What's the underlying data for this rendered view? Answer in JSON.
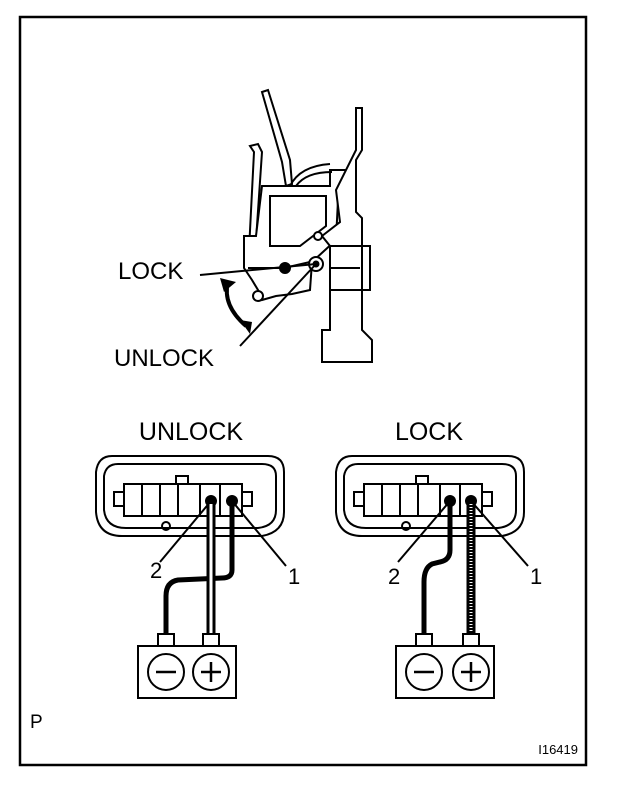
{
  "mechanism": {
    "lock_label": "LOCK",
    "unlock_label": "UNLOCK"
  },
  "connectors": [
    {
      "title": "UNLOCK",
      "terminal_left": "2",
      "terminal_right": "1",
      "battery_negative": "−",
      "battery_positive": "+"
    },
    {
      "title": "LOCK",
      "terminal_left": "2",
      "terminal_right": "1",
      "battery_negative": "−",
      "battery_positive": "+"
    }
  ],
  "page_letter": "P",
  "figure_code": "I16419"
}
